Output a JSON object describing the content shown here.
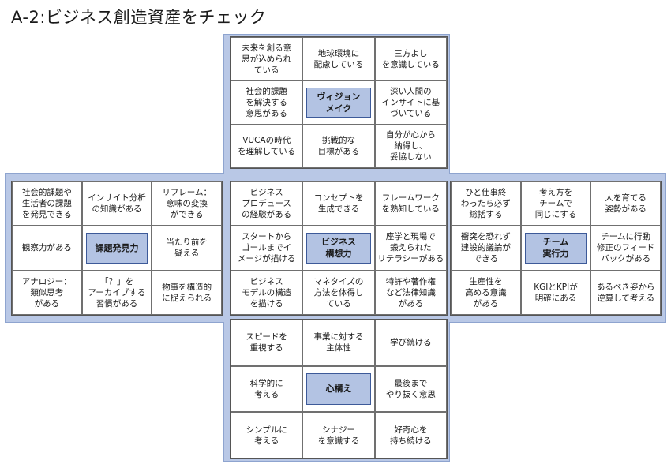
{
  "title": "A-2:ビジネス創造資産をチェック",
  "blocks": {
    "top": {
      "center": "ヴィジョン\nメイク",
      "cells": [
        "未来を創る意\n思が込められ\nている",
        "地球環境に\n配慮している",
        "三方よし\nを意識している",
        "社会的課題\nを解決する\n意思がある",
        "",
        "深い人間の\nインサイトに基\nづいている",
        "VUCAの時代\nを理解している",
        "挑戦的な\n目標がある",
        "自分が心から\n納得し、\n妥協しない"
      ]
    },
    "left": {
      "center": "課題発見力",
      "cells": [
        "社会的課題や\n生活者の課題\nを発見できる",
        "インサイト分析\nの知識がある",
        "リフレーム：\n意味の変換\nができる",
        "観察力がある",
        "",
        "当たり前を\n疑える",
        "アナロジー：\n類似思考\nがある",
        "「？」を\nアーカイブする\n習慣がある",
        "物事を構造的\nに捉えられる"
      ]
    },
    "middle": {
      "center": "ビジネス\n構想力",
      "cells": [
        "ビジネス\nプロデュース\nの経験がある",
        "コンセプトを\n生成できる",
        "フレームワーク\nを熟知している",
        "スタートから\nゴールまでイ\nメージが描ける",
        "",
        "座学と現場で\n鍛えられた\nリテラシーがある",
        "ビジネス\nモデルの構造\nを描ける",
        "マネタイズの\n方法を体得し\nている",
        "特許や著作権\nなど法律知識\nがある"
      ]
    },
    "right": {
      "center": "チーム\n実行力",
      "cells": [
        "ひと仕事終\nわったら必ず\n総括する",
        "考え方を\nチームで\n同じにする",
        "人を育てる\n姿勢がある",
        "衝突を恐れず\n建設的議論が\nできる",
        "",
        "チームに行動\n修正のフィード\nバックがある",
        "生産性を\n高める意識\nがある",
        "KGIとKPIが\n明確にある",
        "あるべき姿から\n逆算して考える"
      ]
    },
    "bottom": {
      "center": "心構え",
      "cells": [
        "スピードを\n重視する",
        "事業に対する\n主体性",
        "学び続ける",
        "科学的に\n考える",
        "",
        "最後まで\nやり抜く意思",
        "シンプルに\n考える",
        "シナジー\nを意識する",
        "好奇心を\n持ち続ける"
      ]
    }
  }
}
